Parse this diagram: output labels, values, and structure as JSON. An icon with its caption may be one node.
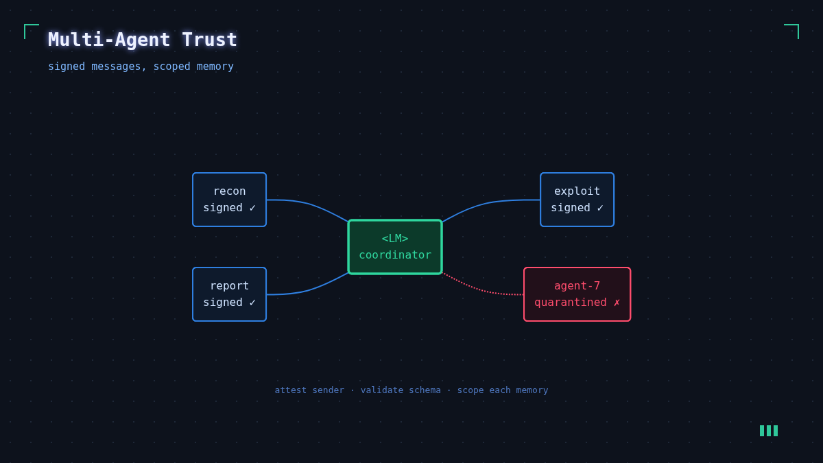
{
  "diagram": {
    "title": "Multi-Agent Trust",
    "nodes": [
      {
        "text": [
          "recon",
          "signed ✓"
        ]
      },
      {
        "text": [
          "exploit",
          "signed ✓"
        ]
      },
      {
        "text": [
          "<LM>",
          "coordinator"
        ]
      },
      {
        "text": [
          "report",
          "signed ✓"
        ]
      },
      {
        "text": [
          "agent-7",
          "quarantined ✗"
        ]
      }
    ],
    "edges": [
      {
        "from": 0,
        "to": 2,
        "arrow": "none"
      },
      {
        "from": 2,
        "to": 1,
        "arrow": "none"
      },
      {
        "from": 3,
        "to": 2,
        "arrow": "none"
      },
      {
        "from": 2,
        "to": 4,
        "arrow": "none",
        "style": "dashed",
        "color": "#ff4d6d"
      }
    ],
    "labels": [
      "signed messages, scoped memory",
      "attest sender · validate schema · scope each memory"
    ]
  }
}
